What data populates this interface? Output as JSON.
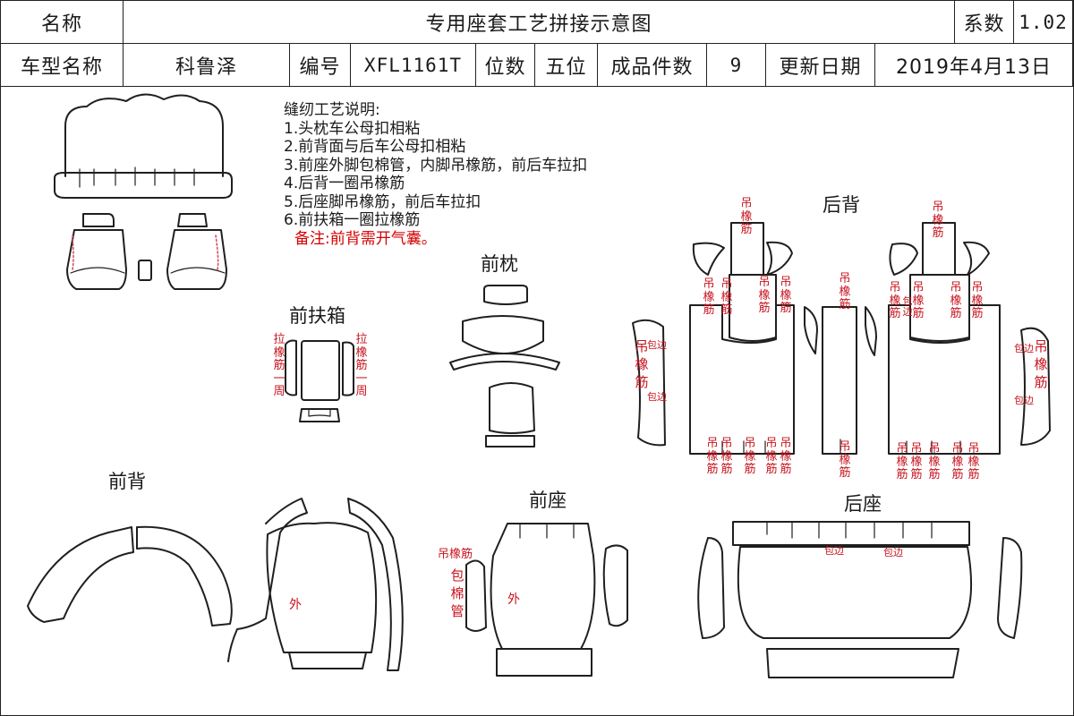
{
  "header": {
    "name_label": "名称",
    "doc_title": "专用座套工艺拼接示意图",
    "coef_label": "系数",
    "coef_value": "1.02",
    "model_label": "车型名称",
    "model_value": "科鲁泽",
    "code_label": "编号",
    "code_value": "XFL1161T",
    "seats_label": "位数",
    "seats_value": "五位",
    "pieces_label": "成品件数",
    "pieces_value": "9",
    "date_label": "更新日期",
    "date_value": "2019年4月13日"
  },
  "notes": {
    "heading": "缝纫工艺说明:",
    "items": [
      "1.头枕车公母扣相粘",
      "2.前背面与后车公母扣相粘",
      "3.前座外脚包棉管，内脚吊橡筋，前后车拉扣",
      "4.后背一圈吊橡筋",
      "5.后座脚吊橡筋，前后车拉扣",
      "6.前扶箱一圈拉橡筋"
    ],
    "remark": "备注:前背需开气囊。"
  },
  "sections": {
    "front_headrest": "前枕",
    "front_armrest": "前扶箱",
    "rear_back": "后背",
    "front_back": "前背",
    "front_seat": "前座",
    "rear_seat": "后座"
  },
  "labels": {
    "hang_elastic": "吊橡筋",
    "pull_elastic_loop": "拉橡筋一周",
    "binding": "包边",
    "wrap_tube": "包棉管",
    "outer": "外"
  },
  "colors": {
    "outline": "#1f1f1f",
    "annotation": "#c8141e",
    "remark": "#d40000"
  }
}
